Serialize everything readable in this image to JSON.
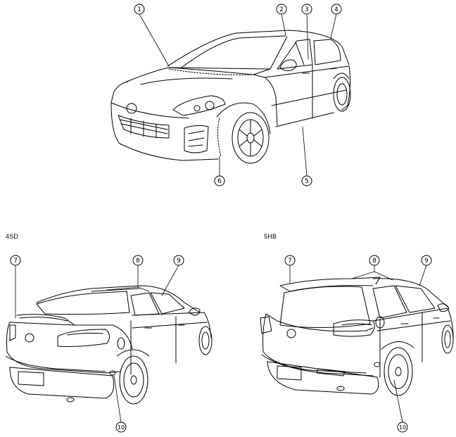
{
  "variants": {
    "sedan": "4SD",
    "hatchback": "5HB"
  },
  "callouts": {
    "c1": "1",
    "c2": "2",
    "c3": "3",
    "c4": "4",
    "c5": "5",
    "c6": "6",
    "c7": "7",
    "c8": "8",
    "c9": "9",
    "c10": "10"
  },
  "colors": {
    "line": "#000000",
    "background": "#ffffff"
  }
}
